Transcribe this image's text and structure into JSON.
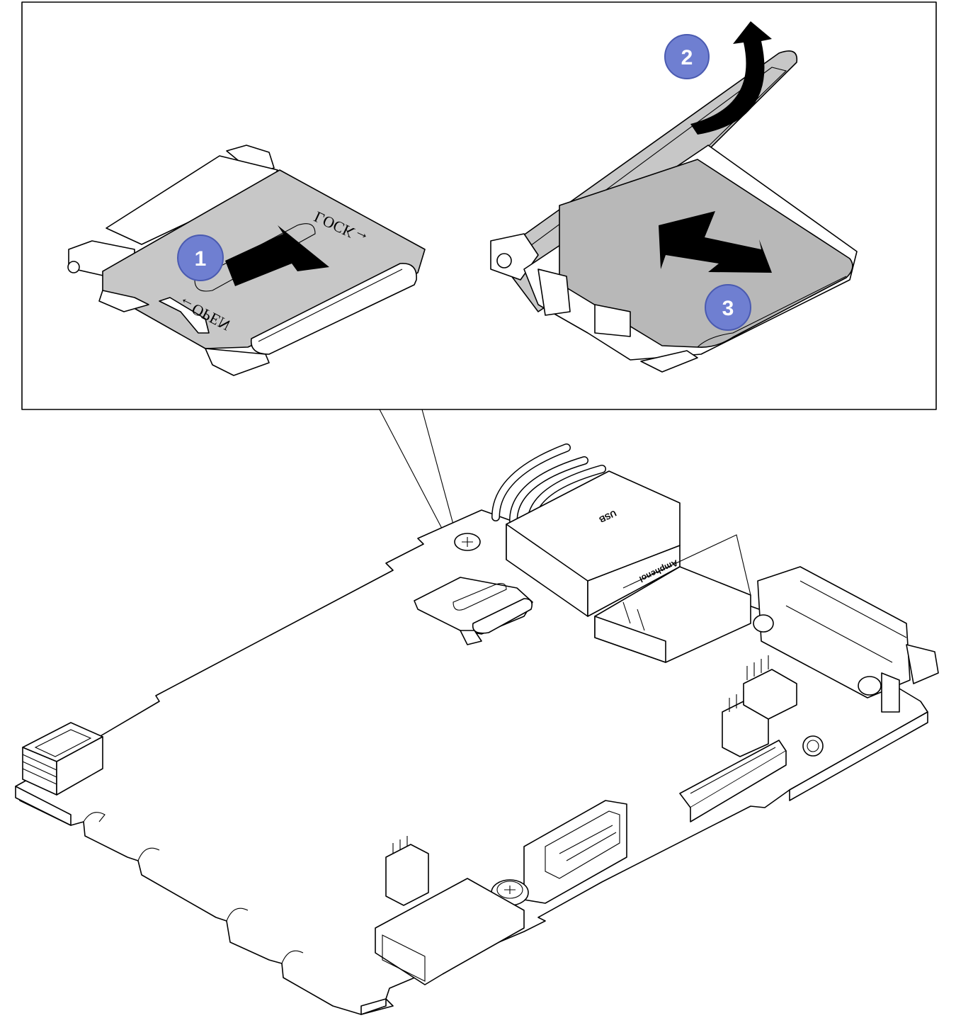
{
  "callout": {
    "step1_label": "1",
    "step2_label": "2",
    "step3_label": "3",
    "lock_text": "LOCK→",
    "open_text": "←OPEN"
  },
  "board": {
    "port_label_1": "USB",
    "port_label_2": "Amphenol"
  },
  "colors": {
    "step_badge": "#6f7fd1",
    "step_badge_edge": "#4a5ab0",
    "metal_gray": "#c7c7c7",
    "card_gray": "#b8b8b8",
    "arrow": "#000000",
    "outline": "#000000"
  }
}
